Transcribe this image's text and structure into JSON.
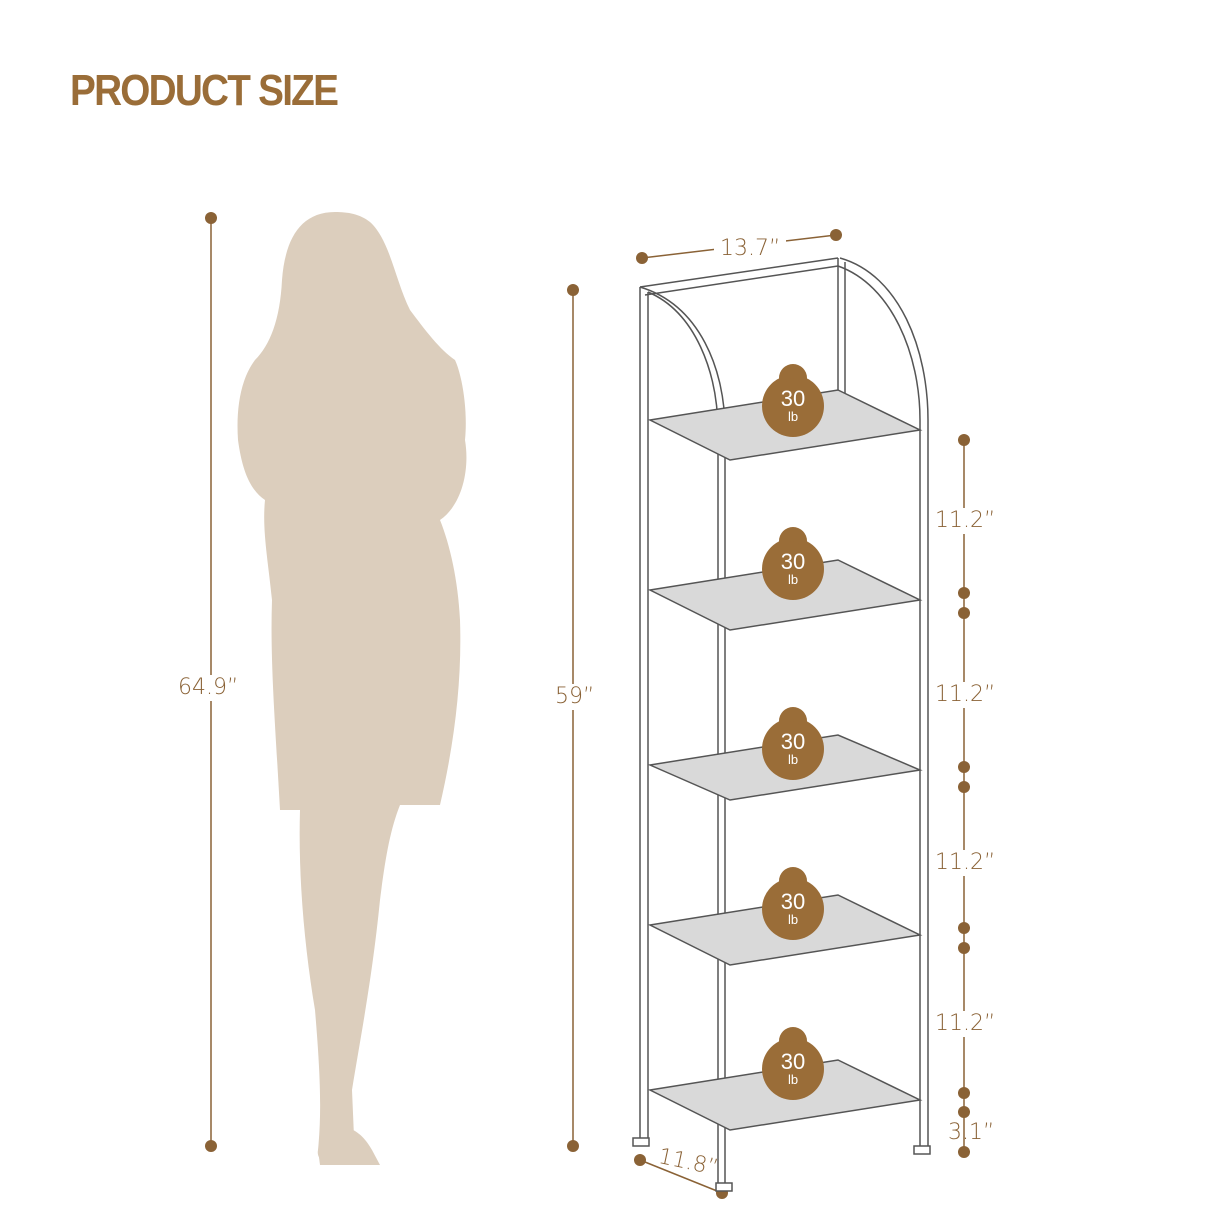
{
  "title": "PRODUCT SIZE",
  "colors": {
    "accent": "#9a6d38",
    "dimension": "#8a6236",
    "silhouette": "#dccebd",
    "frame": "#555555",
    "shelf": "#d9d9d9"
  },
  "person": {
    "height_label": "64.9”"
  },
  "shelf_unit": {
    "total_height_label": "59”",
    "width_label": "13.7”",
    "depth_label": "11.8”",
    "tier_spacing_labels": [
      "11.2”",
      "11.2”",
      "11.2”",
      "11.2”"
    ],
    "floor_clearance_label": "3.1”",
    "weight_badges": [
      {
        "value": "30",
        "unit": "lb"
      },
      {
        "value": "30",
        "unit": "lb"
      },
      {
        "value": "30",
        "unit": "lb"
      },
      {
        "value": "30",
        "unit": "lb"
      },
      {
        "value": "30",
        "unit": "lb"
      }
    ]
  }
}
